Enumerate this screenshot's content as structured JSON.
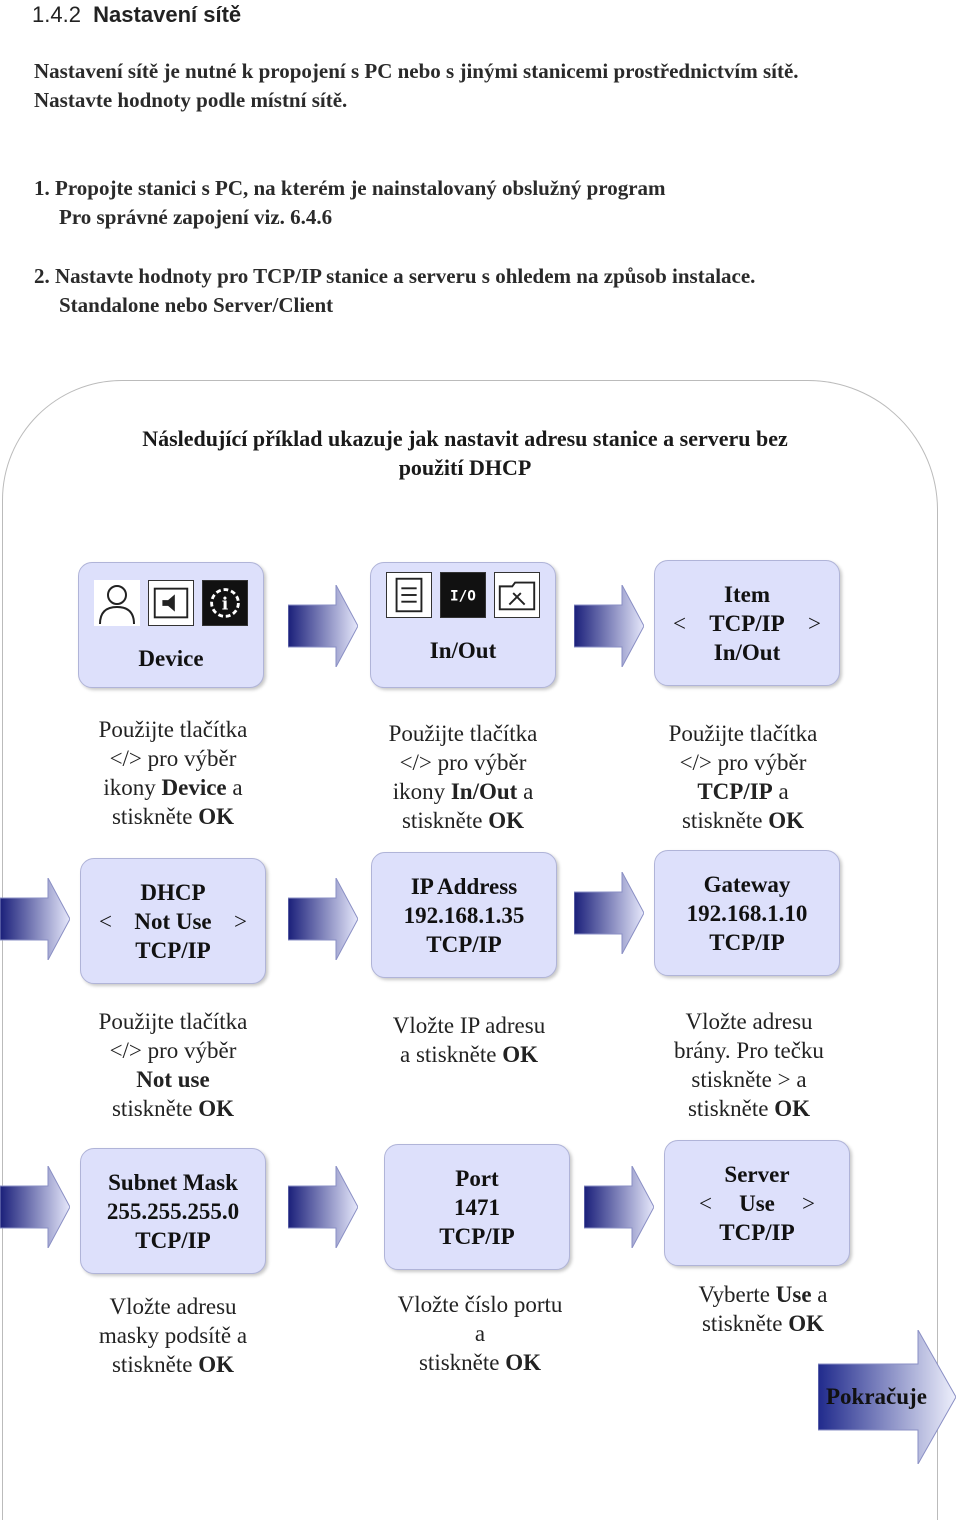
{
  "heading": {
    "number": "1.4.2",
    "title": "Nastavení sítě"
  },
  "paragraphs": {
    "p1_line1": "Nastavení sítě je nutné k propojení s PC nebo s jinými stanicemi prostřednictvím sítě.",
    "p1_line2": "Nastavte hodnoty podle místní sítě.",
    "s1_line1": "1. Propojte stanici s PC, na kterém je nainstalovaný obslužný program",
    "s1_line2": "Pro správné zapojení viz. 6.4.6",
    "s2_line1": "2. Nastavte hodnoty pro TCP/IP stanice a serveru s ohledem na způsob instalace.",
    "s2_line2": "Standalone nebo Server/Client"
  },
  "intro": {
    "line1": "Následující příklad ukazuje jak nastavit adresu stanice a serveru bez",
    "line2": "použití DHCP"
  },
  "boxes": {
    "device": {
      "label": "Device"
    },
    "inout": {
      "label": "In/Out"
    },
    "item": {
      "l1": "Item",
      "left": "<",
      "mid": "TCP/IP",
      "right": ">",
      "l3": "In/Out"
    },
    "dhcp": {
      "l1": "DHCP",
      "left": "<",
      "mid": "Not Use",
      "right": ">",
      "l3": "TCP/IP"
    },
    "ip": {
      "l1": "IP Address",
      "l2": "192.168.1.35",
      "l3": "TCP/IP"
    },
    "gateway": {
      "l1": "Gateway",
      "l2": "192.168.1.10",
      "l3": "TCP/IP"
    },
    "subnet": {
      "l1": "Subnet Mask",
      "l2": "255.255.255.0",
      "l3": "TCP/IP"
    },
    "port": {
      "l1": "Port",
      "l2": "1471",
      "l3": "TCP/IP"
    },
    "server": {
      "l1": "Server",
      "left": "<",
      "mid": "Use",
      "right": ">",
      "l3": "TCP/IP"
    }
  },
  "descs": {
    "d1": {
      "a": "Použijte tlačítka",
      "b": "</> pro výběr",
      "c1": "ikony ",
      "c2": "Device",
      "c3": " a",
      "d1": "stiskněte ",
      "d2": "OK"
    },
    "d2": {
      "a": "Použijte tlačítka",
      "b": "</> pro výběr",
      "c1": "ikony ",
      "c2": "In/Out",
      "c3": " a",
      "d1": "stiskněte ",
      "d2": "OK"
    },
    "d3": {
      "a": "Použijte tlačítka",
      "b": "</> pro výběr",
      "c2": "TCP/IP",
      "c3": " a",
      "d1": "stiskněte ",
      "d2": "OK"
    },
    "d4": {
      "a": "Použijte tlačítka",
      "b": "</> pro výběr",
      "c2": "Not use",
      "d1": "stiskněte ",
      "d2": "OK"
    },
    "d5": {
      "a": "Vložte IP adresu",
      "b1": "a stiskněte ",
      "b2": "OK"
    },
    "d6": {
      "a": "Vložte adresu",
      "b": "brány. Pro tečku",
      "c": "stiskněte > a",
      "d1": "stiskněte ",
      "d2": "OK"
    },
    "d7": {
      "a": "Vložte adresu",
      "b": "masky podsítě a",
      "d1": "stiskněte ",
      "d2": "OK"
    },
    "d8": {
      "a": "Vložte číslo portu",
      "b": "a",
      "d1": "stiskněte ",
      "d2": "OK"
    },
    "d9": {
      "a1": "Vyberte ",
      "a2": "Use",
      "a3": " a",
      "d1": "stiskněte ",
      "d2": "OK"
    }
  },
  "continue_label": "Pokračuje",
  "colors": {
    "box_fill": "#dde0fb",
    "arrow_dark": "#1a1f7a",
    "arrow_light": "#e6e8fb"
  }
}
